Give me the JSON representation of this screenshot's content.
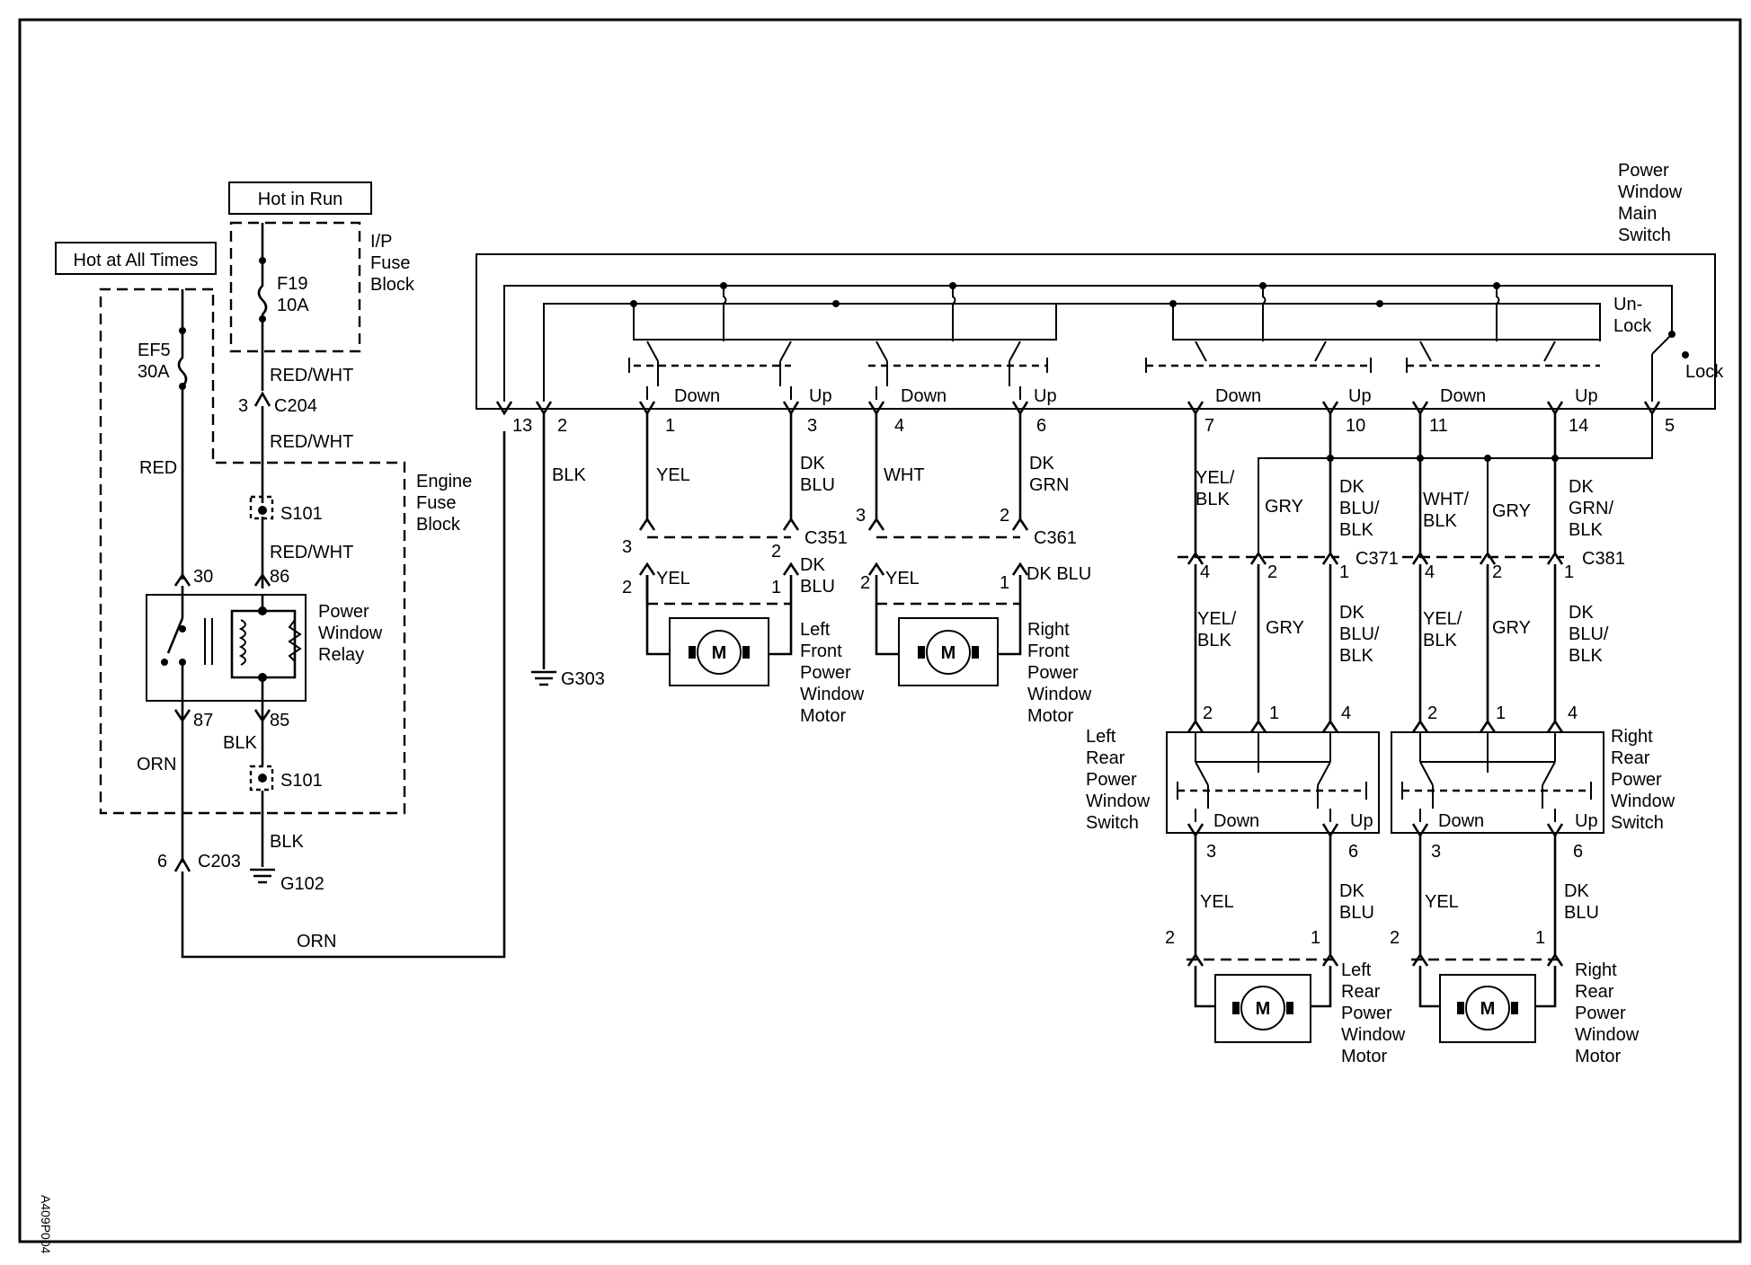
{
  "figure_code": "A409P004",
  "power_sources": {
    "hot_in_run": "Hot in Run",
    "hot_at_all_times": "Hot at All Times"
  },
  "fuse_blocks": {
    "ip": "I/P\nFuse\nBlock",
    "engine": "Engine\nFuse\nBlock"
  },
  "fuses": {
    "f19": "F19\n10A",
    "ef5": "EF5\n30A"
  },
  "relay": {
    "label": "Power\nWindow\nRelay",
    "terminals": {
      "t30": "30",
      "t86": "86",
      "t87": "87",
      "t85": "85"
    }
  },
  "main_switch": {
    "label": "Power\nWindow\nMain\nSwitch",
    "lock_unlock": "Un-\nLock",
    "lock": "Lock",
    "down": "Down",
    "up": "Up",
    "pins": [
      "13",
      "2",
      "1",
      "3",
      "4",
      "6",
      "7",
      "10",
      "11",
      "14",
      "5"
    ]
  },
  "connectors": {
    "c204": "C204",
    "c203": "C203",
    "c351": "C351",
    "c361": "C361",
    "c371": "C371",
    "c381": "C381",
    "c204_pin": "3",
    "c203_pin": "6"
  },
  "splices": {
    "s101": "S101"
  },
  "grounds": {
    "g303": "G303",
    "g102": "G102"
  },
  "wires": {
    "red_wht": "RED/WHT",
    "red": "RED",
    "orn": "ORN",
    "blk": "BLK",
    "yel": "YEL",
    "dk_blu": "DK\nBLU",
    "dk_blu_inline": "DK BLU",
    "wht": "WHT",
    "dk_grn": "DK\nGRN",
    "yel_blk": "YEL/\nBLK",
    "gry": "GRY",
    "dk_blu_blk": "DK\nBLU/\nBLK",
    "wht_blk": "WHT/\nBLK",
    "dk_grn_blk": "DK\nGRN/\nBLK"
  },
  "components": {
    "lf_motor": "Left\nFront\nPower\nWindow\nMotor",
    "rf_motor": "Right\nFront\nPower\nWindow\nMotor",
    "lr_switch": "Left\nRear\nPower\nWindow\nSwitch",
    "rr_switch": "Right\nRear\nPower\nWindow\nSwitch",
    "lr_motor": "Left\nRear\nPower\nWindow\nMotor",
    "rr_motor": "Right\nRear\nPower\nWindow\nMotor",
    "motor_symbol": "M"
  },
  "rear_switch_pins": [
    "2",
    "1",
    "4",
    "3",
    "6"
  ],
  "motor_pins": [
    "2",
    "1"
  ],
  "front_conn_pins": {
    "lf": [
      "3",
      "2",
      "2",
      "1"
    ],
    "rf": [
      "3",
      "2",
      "2",
      "1"
    ]
  },
  "rear_conn_pins": [
    "4",
    "2",
    "1"
  ]
}
